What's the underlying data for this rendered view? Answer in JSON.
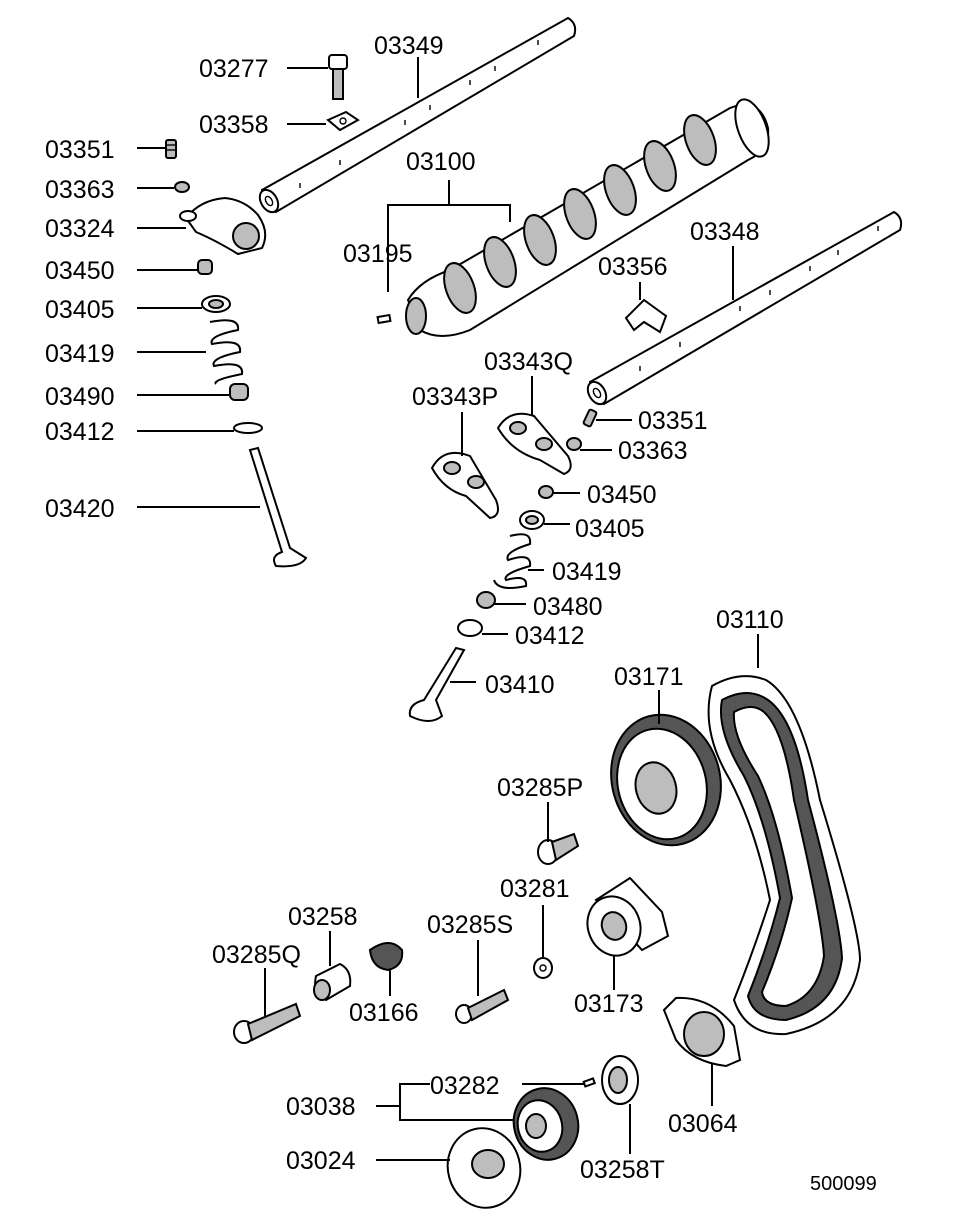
{
  "diagram": {
    "figure_code": "500099",
    "part_labels": {
      "p03277": "03277",
      "p03349": "03349",
      "p03358": "03358",
      "p03351a": "03351",
      "p03363a": "03363",
      "p03324": "03324",
      "p03450a": "03450",
      "p03405a": "03405",
      "p03419a": "03419",
      "p03490": "03490",
      "p03412a": "03412",
      "p03420": "03420",
      "p03100": "03100",
      "p03195": "03195",
      "p03348": "03348",
      "p03356": "03356",
      "p03343Q": "03343Q",
      "p03343P": "03343P",
      "p03351b": "03351",
      "p03363b": "03363",
      "p03450b": "03450",
      "p03405b": "03405",
      "p03419b": "03419",
      "p03480": "03480",
      "p03412b": "03412",
      "p03410": "03410",
      "p03110": "03110",
      "p03171": "03171",
      "p03285P": "03285P",
      "p03281": "03281",
      "p03258": "03258",
      "p03285S": "03285S",
      "p03285Q": "03285Q",
      "p03166": "03166",
      "p03173": "03173",
      "p03064": "03064",
      "p03282": "03282",
      "p03038": "03038",
      "p03024": "03024",
      "p03258T": "03258T"
    }
  }
}
